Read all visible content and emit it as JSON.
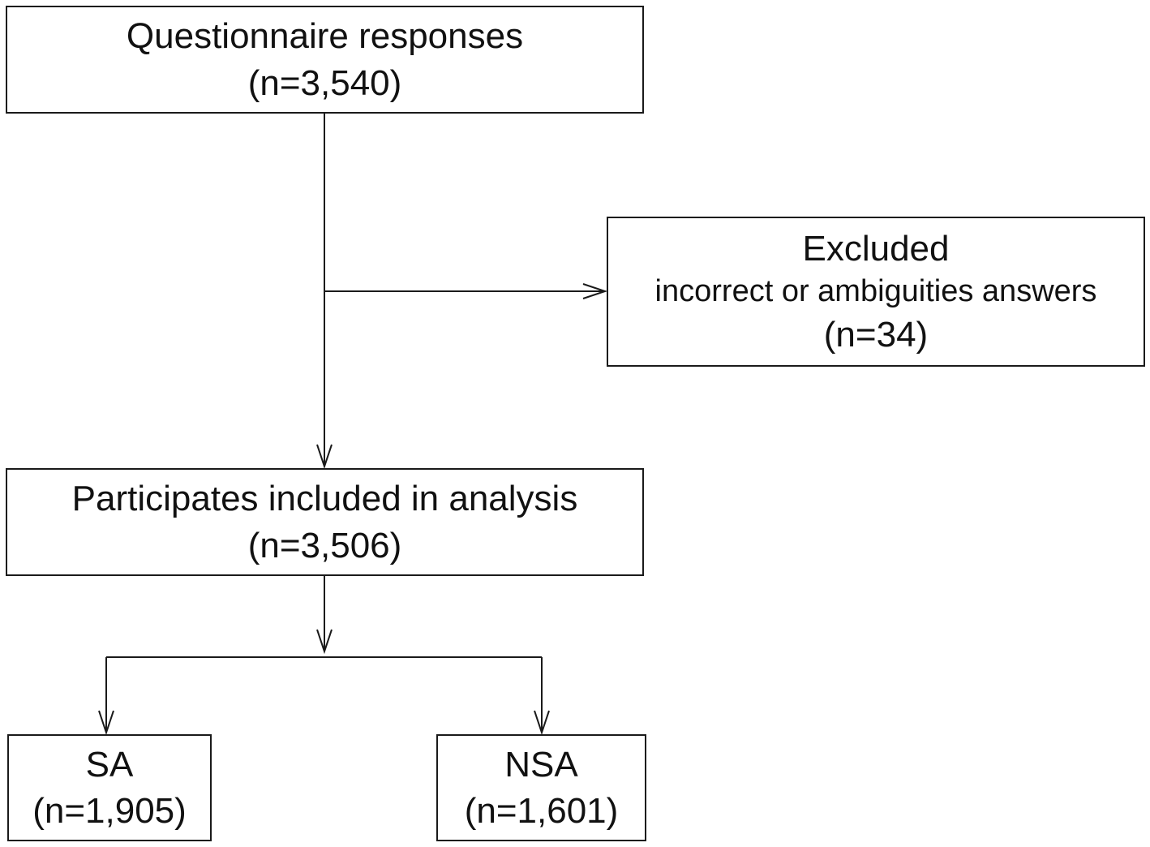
{
  "flowchart": {
    "responses": {
      "title": "Questionnaire responses",
      "count": "(n=3,540)"
    },
    "excluded": {
      "title": "Excluded",
      "reason": "incorrect or ambiguities answers",
      "count": "(n=34)"
    },
    "included": {
      "title": "Participates included in analysis",
      "count": "(n=3,506)"
    },
    "sa": {
      "title": "SA",
      "count": "(n=1,905)"
    },
    "nsa": {
      "title": "NSA",
      "count": "(n=1,601)"
    }
  },
  "colors": {
    "line": "#1a1a1a",
    "background": "#ffffff"
  }
}
